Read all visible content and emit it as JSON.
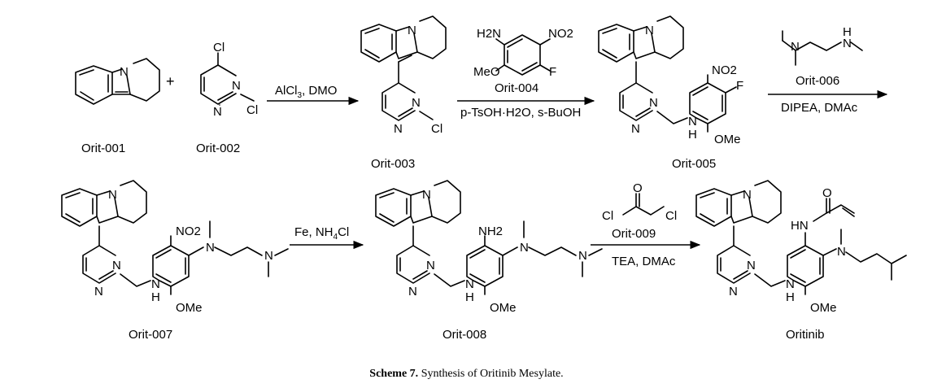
{
  "compounds": [
    {
      "label": "Orit-001"
    },
    {
      "label": "Orit-002"
    },
    {
      "label": "Orit-003"
    },
    {
      "label": "Orit-005"
    },
    {
      "label": "Orit-007"
    },
    {
      "label": "Orit-008"
    },
    {
      "label": "Oritinib"
    }
  ],
  "plus_sign": "+",
  "reactions": [
    {
      "reagent": "AlCl",
      "reagent_sub": "3",
      "reagent_tail": ", DMO"
    },
    {
      "reagent_top": "Orit-004",
      "conditions": "p-TsOH·H2O, s-BuOH"
    },
    {
      "reagent_top": "Orit-006",
      "conditions": "DIPEA, DMAc"
    },
    {
      "reagent": "Fe, NH",
      "reagent_sub": "4",
      "reagent_tail": "Cl"
    },
    {
      "reagent_top": "Orit-009",
      "conditions": "TEA, DMAc"
    }
  ],
  "atom_labels": {
    "N": "N",
    "Cl": "Cl",
    "F": "F",
    "NO2": "NO2",
    "NH2": "NH2",
    "H2N": "H2N",
    "NH": "N",
    "H": "H",
    "OMe": "OMe",
    "MeO": "MeO",
    "O": "O",
    "HN": "HN"
  },
  "caption": {
    "prefix": "Scheme 7.",
    "text": "Synthesis of Oritinib Mesylate."
  }
}
